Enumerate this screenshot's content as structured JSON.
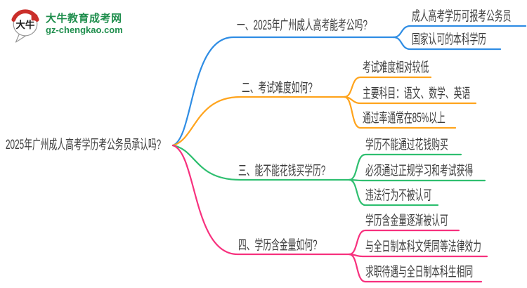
{
  "logo": {
    "icon_text": "大牛",
    "site_name": "大牛教育成考网",
    "site_url": "gz-chengkao.com",
    "brand_green": "#1f8e4d",
    "seal_red": "#ca2f2b"
  },
  "root": {
    "label": "2025年广州成人高考学历考公务员承认吗?"
  },
  "branches": [
    {
      "label": "一、2025年广州成人高考能考公吗?",
      "color": "#2f8de4",
      "children": [
        "成人高考学历可报考公务员",
        "国家认可的本科学历"
      ]
    },
    {
      "label": "二、考试难度如何?",
      "color": "#ffa41d",
      "children": [
        "考试难度相对较低",
        "主要科目：语文、数学、英语",
        "通过率通常在85%以上"
      ]
    },
    {
      "label": "三、能不能花钱买学历?",
      "color": "#2fbf70",
      "children": [
        "学历不能通过花钱购买",
        "必须通过正规学习和考试获得",
        "违法行为不被认可"
      ]
    },
    {
      "label": "四、学历含金量如何?",
      "color": "#f7317e",
      "children": [
        "学历含金量逐渐被认可",
        "与全日制本科文凭同等法律效力",
        "求职待遇与全日制本科生相同"
      ]
    }
  ]
}
